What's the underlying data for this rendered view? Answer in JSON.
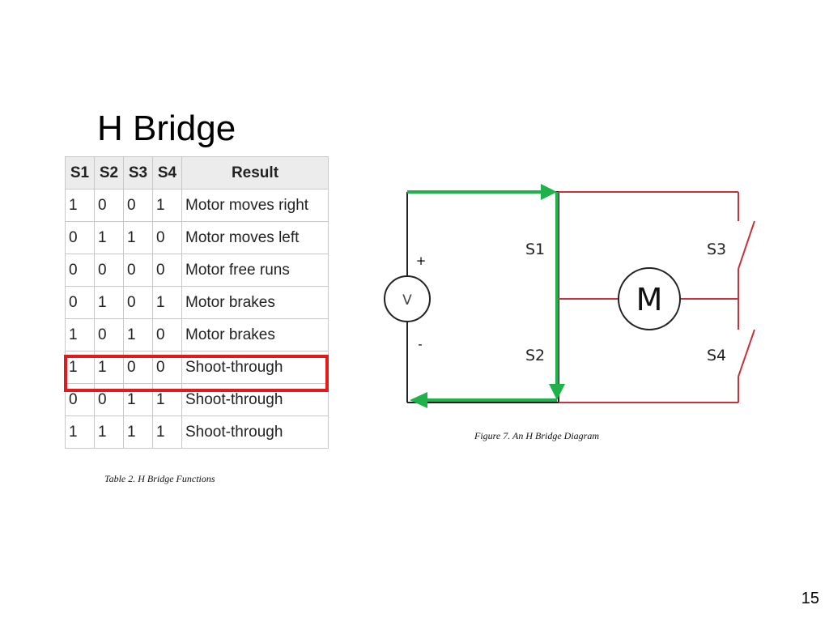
{
  "slide": {
    "title": "H Bridge",
    "page_number": "15"
  },
  "table": {
    "headers": [
      "S1",
      "S2",
      "S3",
      "S4",
      "Result"
    ],
    "rows": [
      [
        "1",
        "0",
        "0",
        "1",
        "Motor moves right"
      ],
      [
        "0",
        "1",
        "1",
        "0",
        "Motor moves left"
      ],
      [
        "0",
        "0",
        "0",
        "0",
        "Motor free runs"
      ],
      [
        "0",
        "1",
        "0",
        "1",
        "Motor brakes"
      ],
      [
        "1",
        "0",
        "1",
        "0",
        "Motor brakes"
      ],
      [
        "1",
        "1",
        "0",
        "0",
        "Shoot-through"
      ],
      [
        "0",
        "0",
        "1",
        "1",
        "Shoot-through"
      ],
      [
        "1",
        "1",
        "1",
        "1",
        "Shoot-through"
      ]
    ],
    "highlighted_row": 5,
    "caption": "Table 2. H Bridge Functions"
  },
  "diagram": {
    "source_label": "V",
    "plus_sign": "+",
    "minus_sign": "-",
    "motor_label": "M",
    "switch_labels": {
      "s1": "S1",
      "s2": "S2",
      "s3": "S3",
      "s4": "S4"
    },
    "caption": "Figure 7. An H Bridge Diagram",
    "colors": {
      "wire_left": "#222222",
      "wire_right": "#c8323a",
      "current_path": "#1fb14a",
      "highlight": "#e11b1b"
    }
  }
}
